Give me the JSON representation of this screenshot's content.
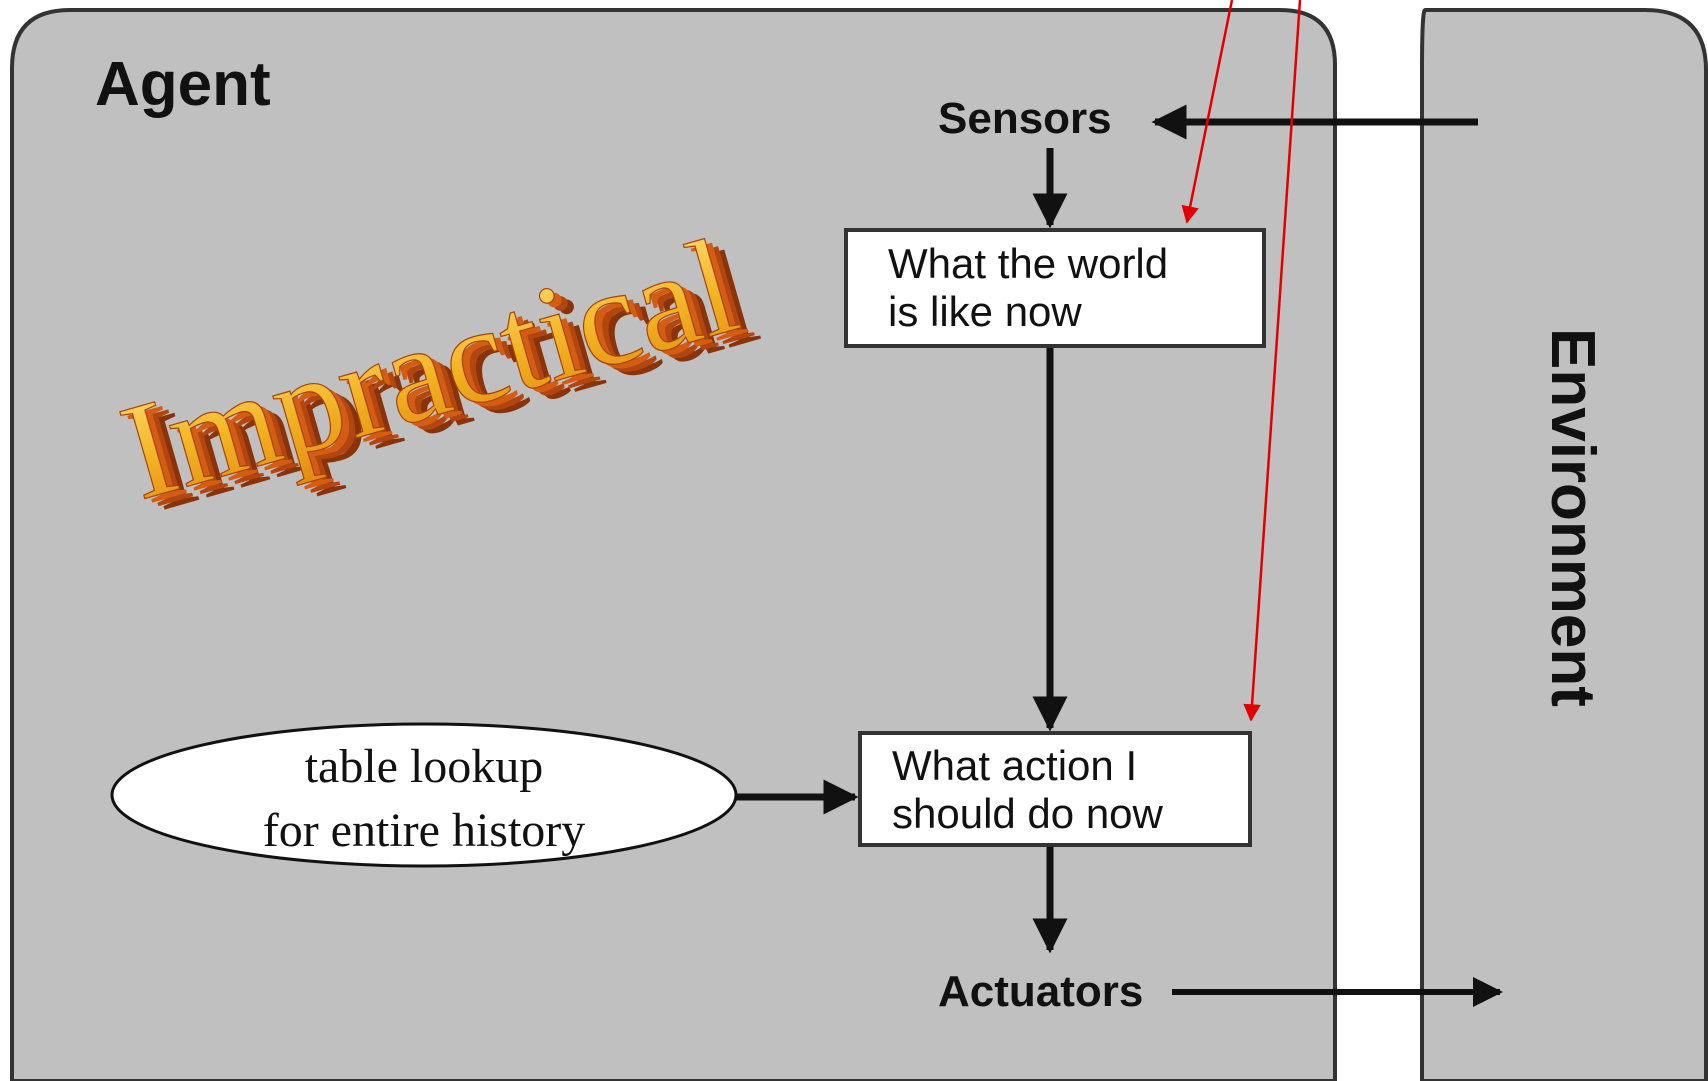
{
  "agent": {
    "title": "Agent"
  },
  "environment": {
    "label": "Environment"
  },
  "sensors": {
    "label": "Sensors"
  },
  "actuators": {
    "label": "Actuators"
  },
  "world_state_box": {
    "line1": "What the world",
    "line2": "is like now"
  },
  "action_box": {
    "line1": "What action I",
    "line2": "should do now"
  },
  "table_lookup": {
    "line1": "table lookup",
    "line2": "for entire history"
  },
  "stamp": {
    "text": "Impractical"
  },
  "colors": {
    "panel_fill": "#c0c0c0",
    "panel_stroke": "#333333",
    "annotation_arrow": "#e00000",
    "stamp_face": "#f2b423",
    "stamp_shadow": "#c44e0c"
  }
}
